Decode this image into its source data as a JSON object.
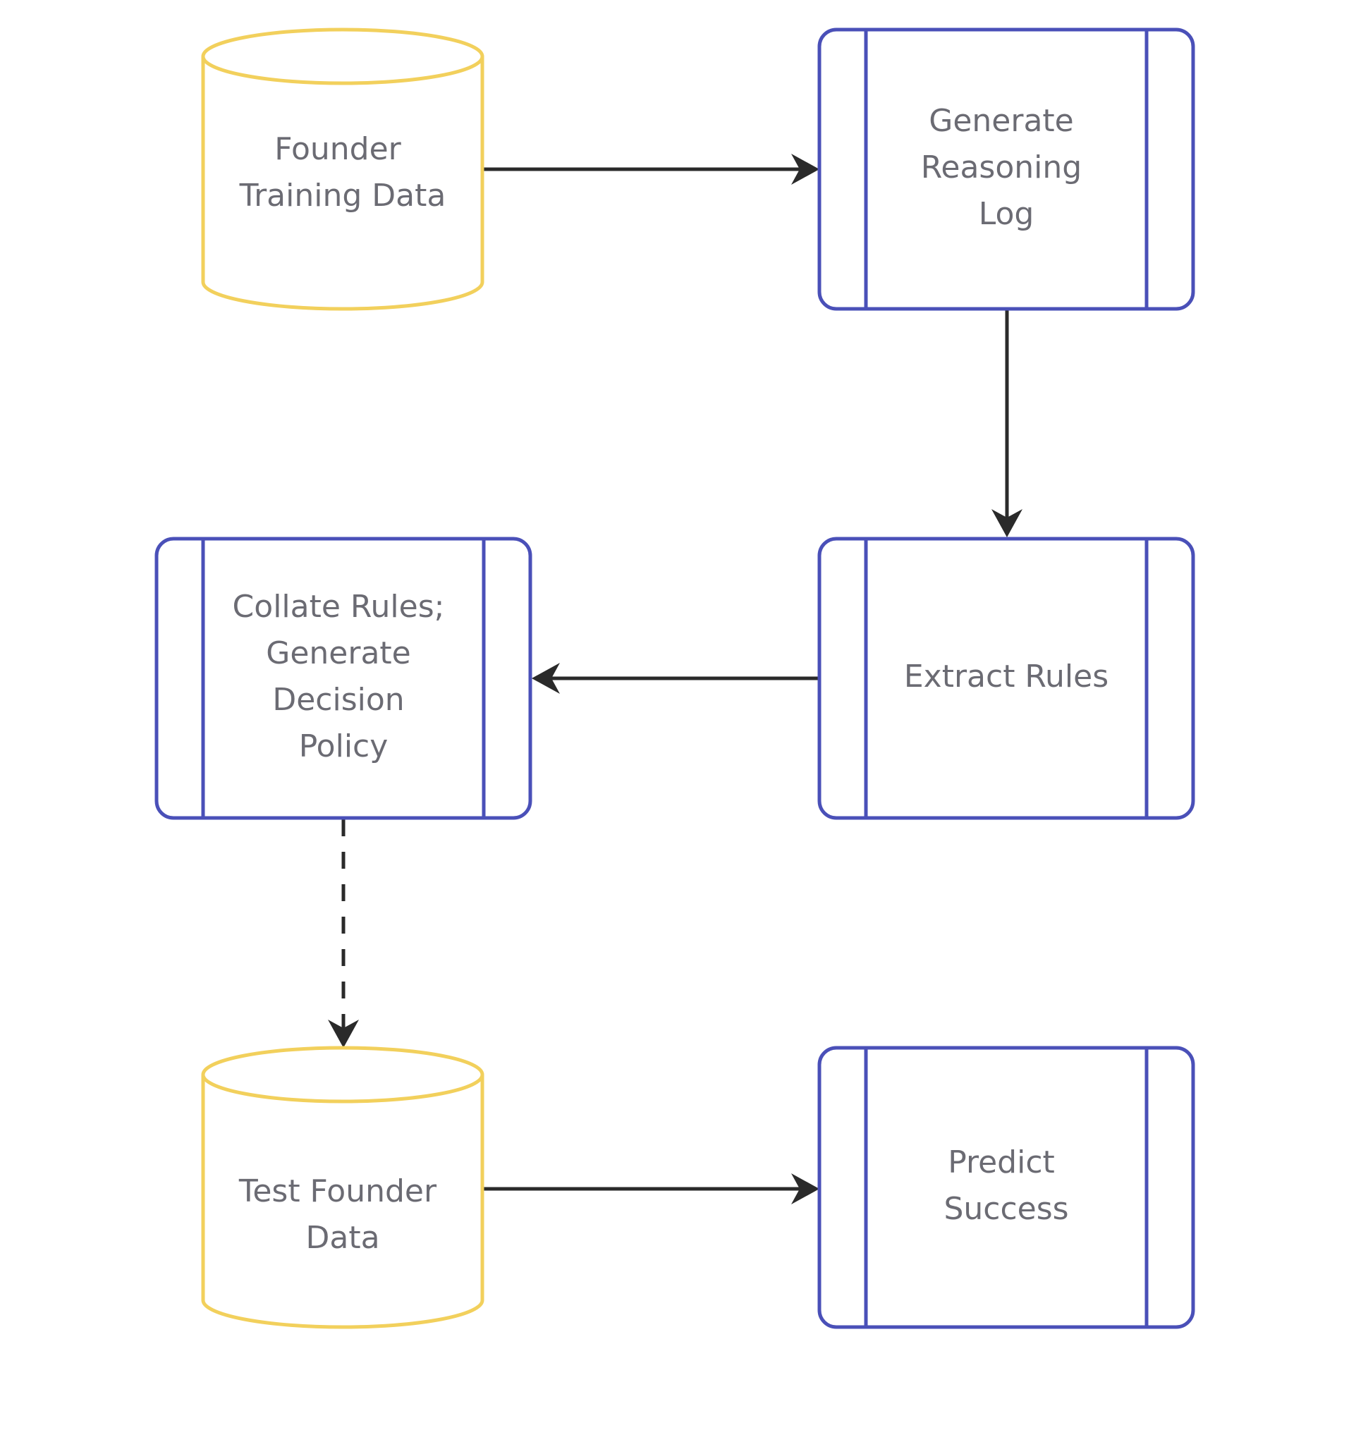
{
  "colors": {
    "datastore_stroke": "#f2d05c",
    "process_stroke": "#4a50b8",
    "edge": "#2a2a2a",
    "text": "#6b6b73",
    "background": "#ffffff"
  },
  "nodes": {
    "founder_training_data": {
      "shape": "cylinder",
      "lines": [
        "Founder",
        "Training Data"
      ]
    },
    "generate_reasoning_log": {
      "shape": "predefined-process",
      "lines": [
        "Generate",
        "Reasoning",
        "Log"
      ]
    },
    "extract_rules": {
      "shape": "predefined-process",
      "lines": [
        "Extract Rules"
      ]
    },
    "collate_rules": {
      "shape": "predefined-process",
      "lines": [
        "Collate Rules;",
        "Generate",
        "Decision",
        "Policy"
      ]
    },
    "test_founder_data": {
      "shape": "cylinder",
      "lines": [
        "Test Founder",
        "Data"
      ]
    },
    "predict_success": {
      "shape": "predefined-process",
      "lines": [
        "Predict",
        "Success"
      ]
    }
  },
  "edges": [
    {
      "from": "founder_training_data",
      "to": "generate_reasoning_log",
      "style": "solid"
    },
    {
      "from": "generate_reasoning_log",
      "to": "extract_rules",
      "style": "solid"
    },
    {
      "from": "extract_rules",
      "to": "collate_rules",
      "style": "solid"
    },
    {
      "from": "collate_rules",
      "to": "test_founder_data",
      "style": "dashed"
    },
    {
      "from": "test_founder_data",
      "to": "predict_success",
      "style": "solid"
    }
  ]
}
